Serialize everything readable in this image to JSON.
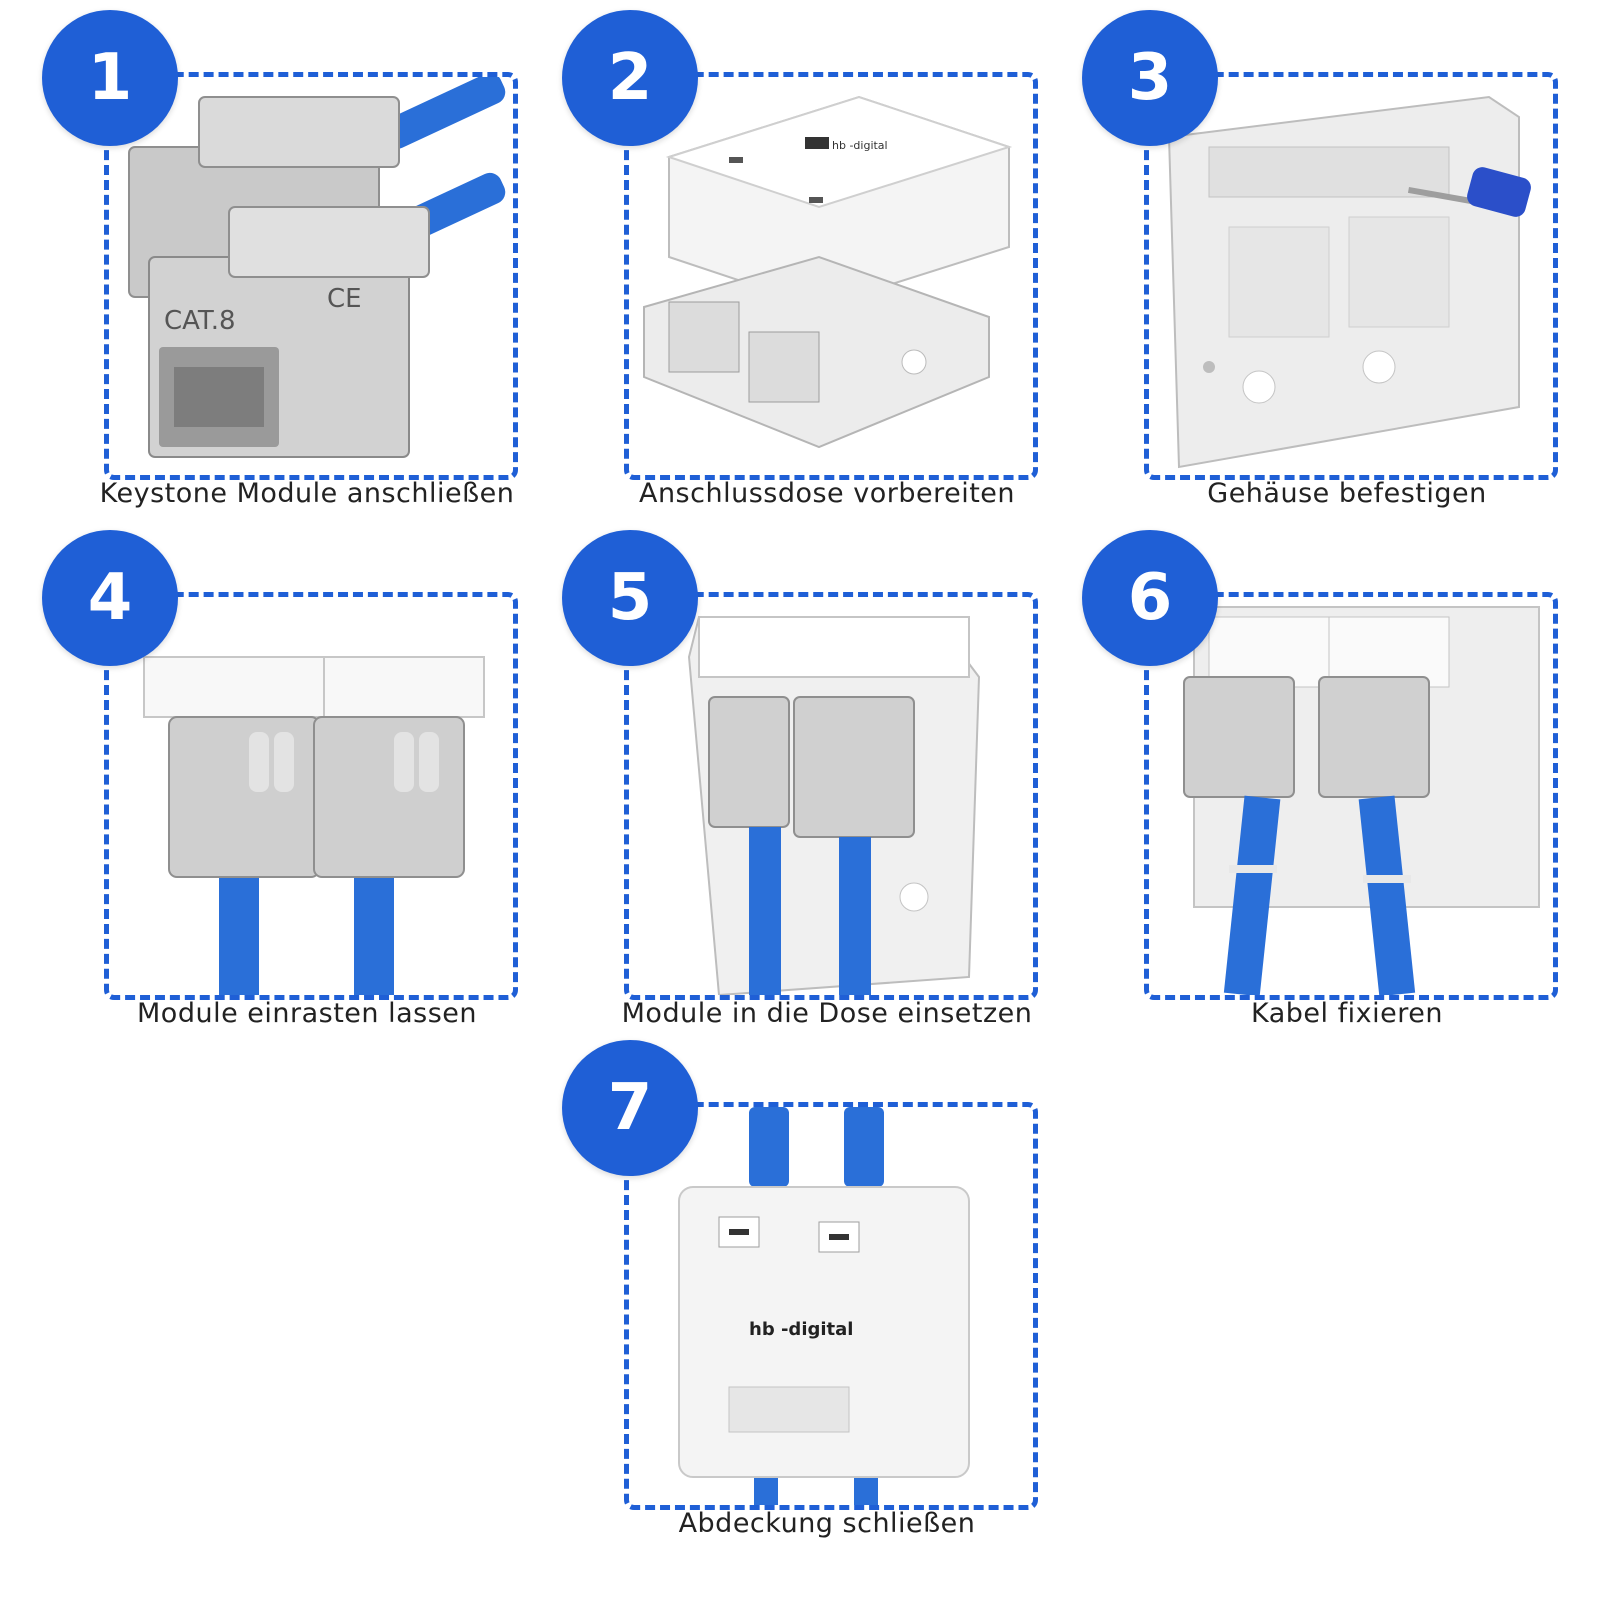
{
  "colors": {
    "accent": "#1f5fd6",
    "cable": "#2a6fd8",
    "metal": "#c9c9c9",
    "plastic": "#f2f2f2"
  },
  "steps": [
    {
      "number": "1",
      "caption": "Keystone Module anschließen",
      "label_a": "CAT.8",
      "label_b": "CE"
    },
    {
      "number": "2",
      "caption": "Anschlussdose vorbereiten",
      "logo": "hb -digital"
    },
    {
      "number": "3",
      "caption": "Gehäuse befestigen"
    },
    {
      "number": "4",
      "caption": "Module einrasten lassen"
    },
    {
      "number": "5",
      "caption": "Module in die Dose einsetzen"
    },
    {
      "number": "6",
      "caption": "Kabel fixieren"
    },
    {
      "number": "7",
      "caption": "Abdeckung schließen",
      "logo": "hb -digital"
    }
  ]
}
